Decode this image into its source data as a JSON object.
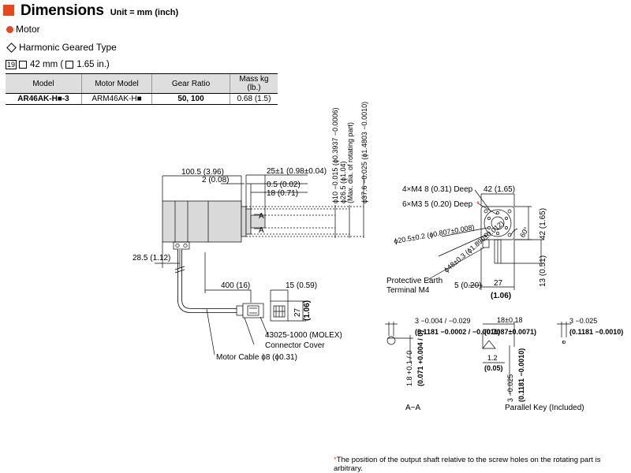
{
  "header": {
    "title": "Dimensions",
    "unit": "Unit = mm (inch)"
  },
  "section_label": "Motor",
  "type_label": "Harmonic Geared Type",
  "size": {
    "badge": "19",
    "text": "42 mm (",
    "text_inner": "1.65 in.)"
  },
  "table": {
    "headers": [
      "Model",
      "Motor Model",
      "Gear Ratio",
      "Mass kg (lb.)"
    ],
    "row": [
      "AR46AK-H■-3",
      "ARM46AK-H■",
      "50, 100",
      "0.68 (1.5)"
    ]
  },
  "side_view": {
    "dim_length": "100.5 (3.96)",
    "dim_flange": "2 (0.08)",
    "dim_shaft": "25±1 (0.98±0.04)",
    "dim_05": "0.5 (0.02)",
    "dim_18": "18 (0.71)",
    "dim_phi10": "ϕ10 −0.015 (ϕ0.3937 −0.0006)",
    "dim_phi26": "ϕ26.5 (ϕ1.04)",
    "dim_phi26_note": "(Max. dia. of rotating part)",
    "dim_phi37": "ϕ37.6 −0.025 (ϕ1.4803 −0.0010)",
    "section_mark": "A",
    "dim_285": "28.5 (1.12)",
    "dim_400": "400 (16)",
    "dim_15": "15 (0.59)",
    "dim_27v": "27",
    "dim_27v_in": "(1.06)",
    "connector": "43025-1000 (MOLEX)",
    "connector_cover": "Connector Cover",
    "motor_cable": "Motor Cable ϕ8 (ϕ0.31)"
  },
  "front_view": {
    "m4": "4×M4 8 (0.31) Deep",
    "m3": "6×M3 5 (0.20) Deep",
    "dim_42": "42 (1.65)",
    "dim_42v": "42 (1.65)",
    "dim_205": "ϕ20.5±0.2 (ϕ0.807±0.008)",
    "dim_48": "ϕ48±0.3 (ϕ1.890±0.012)",
    "angle": "60°",
    "earth1": "Protective Earth",
    "earth2": "Terminal M4",
    "dim_5": "5 (0.20)",
    "dim_27": "27",
    "dim_27in": "(1.06)",
    "dim_13": "13 (0.51)"
  },
  "section_aa": {
    "dim_3": "3 −0.004 / −0.029",
    "dim_3in": "(0.1181 −0.0002 / −0.0011)",
    "dim_18": "1.8 +0.1 / 0",
    "dim_18in": "(0.071 +0.004 / 0)",
    "label": "A−A"
  },
  "parallel_key": {
    "dim_18": "18±0.18",
    "dim_18in": "(0.7087±0.0071)",
    "dim_12": "1.2",
    "dim_12in": "(0.05)",
    "dim_3v": "3 −0.025",
    "dim_3vin": "(0.1181 −0.0010)",
    "dim_3r": "3 −0.025",
    "dim_3rin": "(0.1181 −0.0010)",
    "label": "Parallel Key (Included)"
  },
  "footer": {
    "asterisk": "*",
    "text": "The position of the output shaft relative to the screw holes on the rotating part is arbitrary."
  },
  "colors": {
    "accent": "#e8471c",
    "table_header": "#dedede",
    "motor_body": "#d9d9d9"
  }
}
